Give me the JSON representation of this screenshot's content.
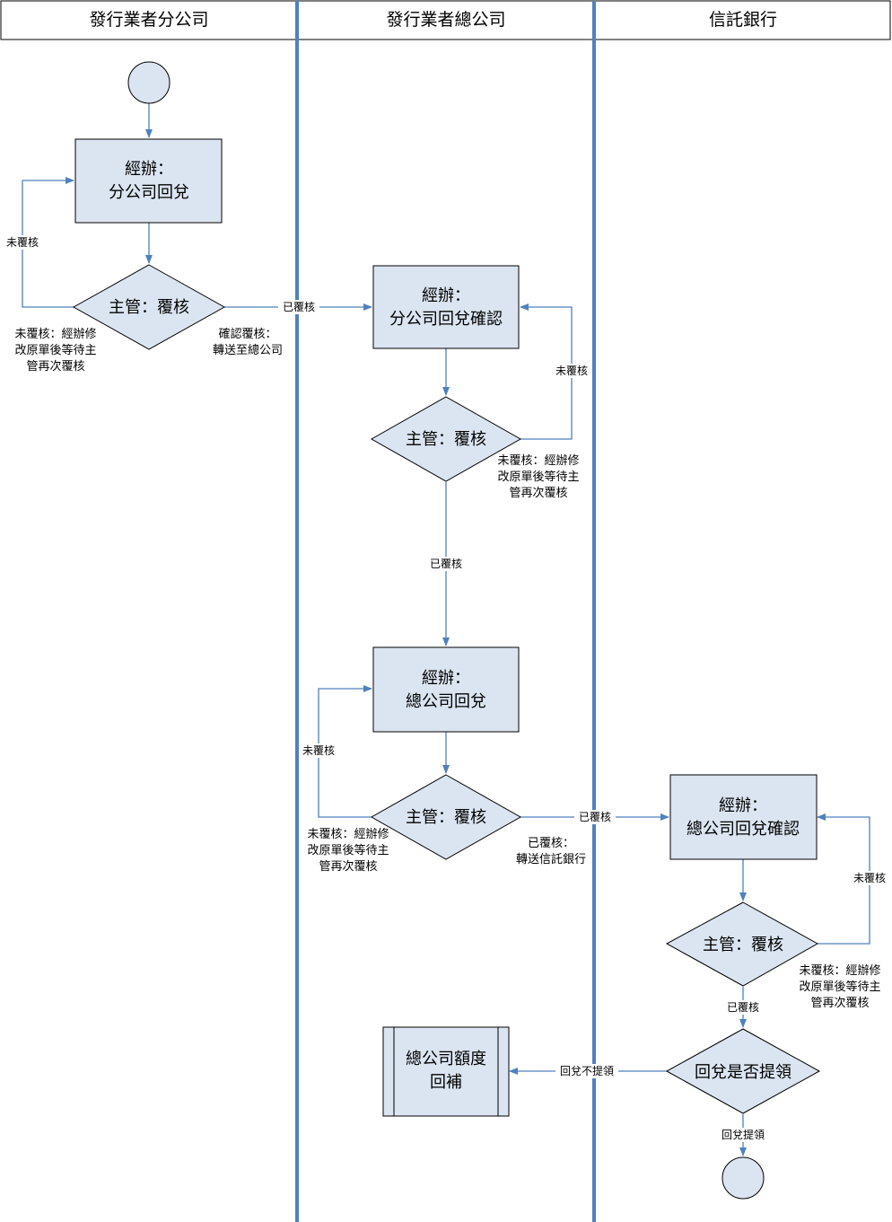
{
  "lanes": [
    "發行業者分公司",
    "發行業者總公司",
    "信託銀行"
  ],
  "nodes": {
    "branch_clerk": [
      "經辦：",
      "分公司回兌"
    ],
    "branch_check": "主管：覆核",
    "hq_confirm_clerk": [
      "經辦：",
      "分公司回兌確認"
    ],
    "hq_confirm_check": "主管：覆核",
    "hq_redeem_clerk": [
      "經辦：",
      "總公司回兌"
    ],
    "hq_redeem_check": "主管：覆核",
    "bank_clerk": [
      "經辦：",
      "總公司回兌確認"
    ],
    "bank_check": "主管：覆核",
    "withdraw_decision": "回兌是否提領",
    "quota_process": [
      "總公司額度",
      "回補"
    ]
  },
  "edge_labels": {
    "not_reviewed": "未覆核",
    "reviewed": "已覆核",
    "redeem_no_withdraw": "回兌不提領",
    "redeem_withdraw": "回兌提領"
  },
  "notes": {
    "not_reviewed_note": [
      "未覆核：經辦修",
      "改原單後等待主",
      "管再次覆核"
    ],
    "branch_forward": [
      "確認覆核：",
      "轉送至總公司"
    ],
    "hq_forward": [
      "已覆核：",
      "轉送信託銀行"
    ]
  },
  "colors": {
    "connector": "#4f81bd",
    "fill": "#dbe5f1",
    "lane_divider": "#4f81bd"
  }
}
